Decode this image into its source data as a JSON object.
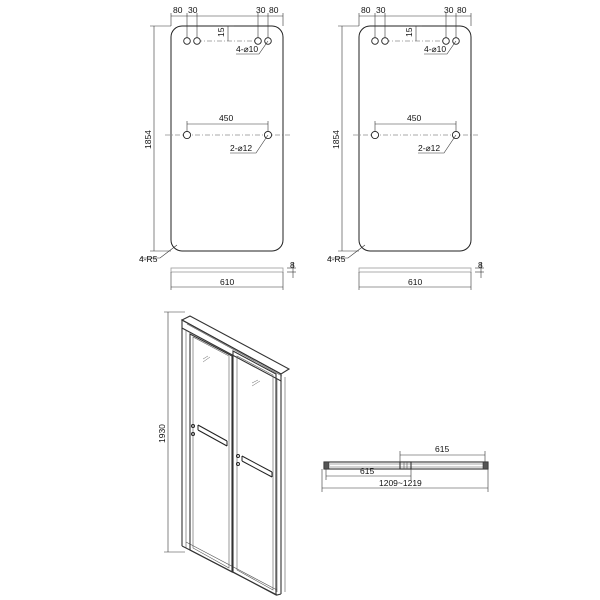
{
  "panel_left": {
    "dim_80_left": "80",
    "dim_30_left": "30",
    "dim_30_right": "30",
    "dim_80_right": "80",
    "dim_15": "15",
    "holes_top_label": "4-⌀10",
    "dim_450": "450",
    "holes_mid_label": "2-⌀12",
    "height": "1854",
    "corner_radius": "4-R5",
    "width": "610",
    "thickness": "8"
  },
  "panel_right": {
    "dim_80_left": "80",
    "dim_30_left": "30",
    "dim_30_right": "30",
    "dim_80_right": "80",
    "dim_15": "15",
    "holes_top_label": "4-⌀10",
    "dim_450": "450",
    "holes_mid_label": "2-⌀12",
    "height": "1854",
    "corner_radius": "4-R5",
    "width": "610",
    "thickness": "8"
  },
  "door_assembly": {
    "height": "1930"
  },
  "top_view": {
    "overlap_right": "615",
    "overlap_left": "615",
    "total_width": "1209~1219"
  }
}
